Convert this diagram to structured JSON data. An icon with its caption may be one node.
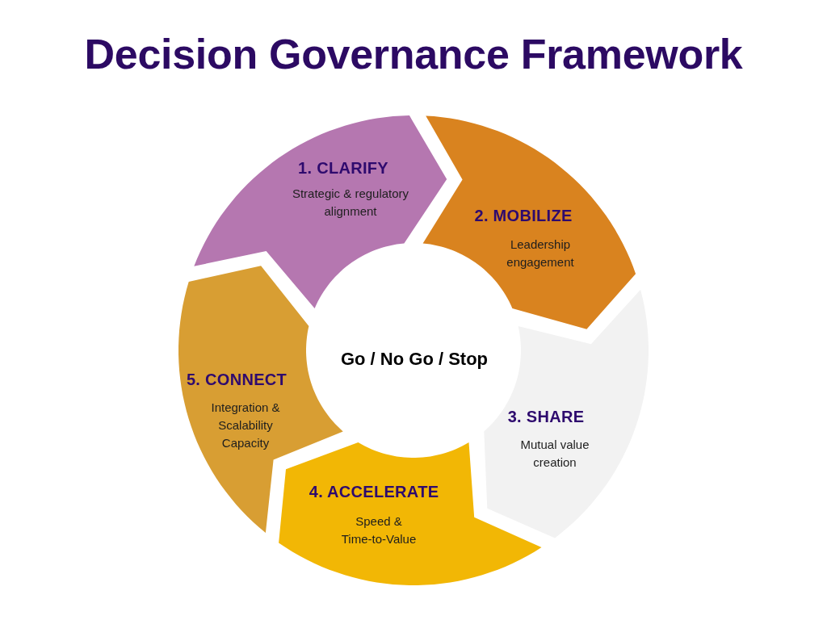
{
  "diagram": {
    "title": "Decision Governance Framework",
    "nodes": [
      {
        "text": [
          "1. CLARIFY",
          "Strategic & regulatory alignment"
        ]
      },
      {
        "text": [
          "2. MOBILIZE",
          "Leadership engagement"
        ]
      },
      {
        "text": [
          "3. SHARE",
          "Mutual value creation"
        ]
      },
      {
        "text": [
          "4. ACCELERATE",
          "Speed & Time-to-Value"
        ]
      },
      {
        "text": [
          "5. CONNECT",
          "Integration & Scalability Capacity"
        ]
      },
      {
        "text": [
          "Go / No Go / Stop"
        ]
      }
    ]
  }
}
